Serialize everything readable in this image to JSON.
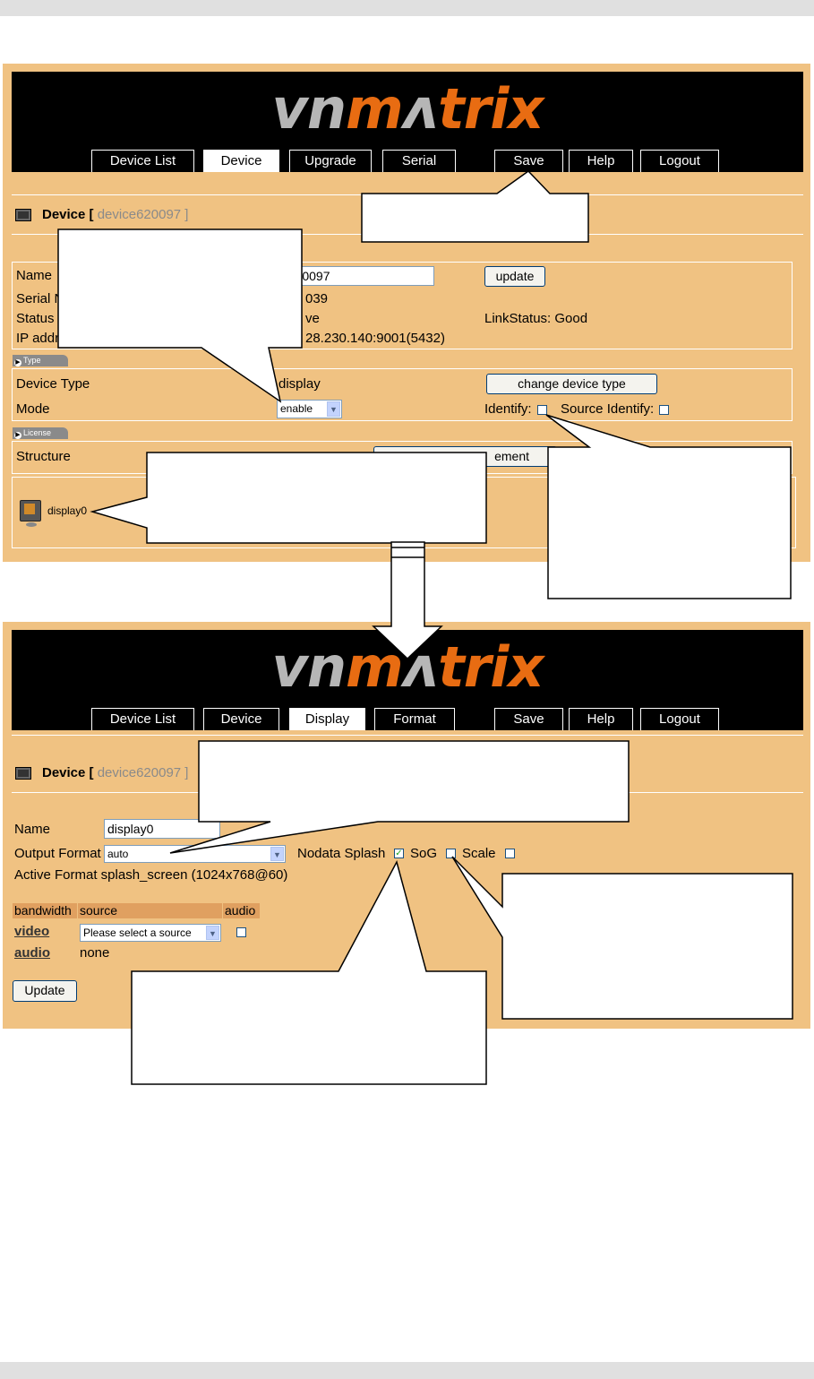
{
  "logo": {
    "part1": "vn",
    "part2": "m",
    "part3": "trix",
    "a_glyph": "ʌ"
  },
  "screen1": {
    "nav": [
      "Device List",
      "Device",
      "Upgrade",
      "Serial",
      "Save",
      "Help",
      "Logout"
    ],
    "device_title": {
      "label": "Device [",
      "name": " device620097",
      "close": " ]"
    },
    "name_label": "Name",
    "name_value": "ce620097",
    "update_button": "update",
    "serial_label": "Serial N",
    "serial_value": "039",
    "status_label": "Status",
    "status_value": "ve",
    "link_status": "LinkStatus: Good",
    "ip_label": "IP addr",
    "ip_value": "28.230.140:9001(5432)",
    "type_tab": "Type",
    "device_type_label": "Device Type",
    "device_type_value": "display",
    "change_type_button": "change device type",
    "mode_label": "Mode",
    "mode_value": "enable",
    "identify_label": "Identify:",
    "source_identify_label": "Source Identify:",
    "license_tab": "License",
    "structure_label": "Structure",
    "license_button_text": "ement",
    "display_item": "display0"
  },
  "screen2": {
    "nav": [
      "Device List",
      "Device",
      "Display",
      "Format",
      "Save",
      "Help",
      "Logout"
    ],
    "device_title": {
      "label": "Device [",
      "name": " device620097",
      "close": " ]"
    },
    "name_label": "Name",
    "name_value": "display0",
    "output_format_label": "Output Format",
    "output_format_value": "auto",
    "nodata_splash_label": "Nodata Splash",
    "sog_label": "SoG",
    "scale_label": "Scale",
    "active_format": "Active Format  splash_screen (1024x768@60)",
    "table_headers": [
      "bandwidth",
      "source",
      "audio"
    ],
    "video_label": "video",
    "video_source": "Please select a source",
    "audio_label": "audio",
    "audio_source": "none",
    "update_button": "Update"
  },
  "colors": {
    "panel": "#f0c282",
    "header": "#000000",
    "accent": "#e86c12"
  }
}
